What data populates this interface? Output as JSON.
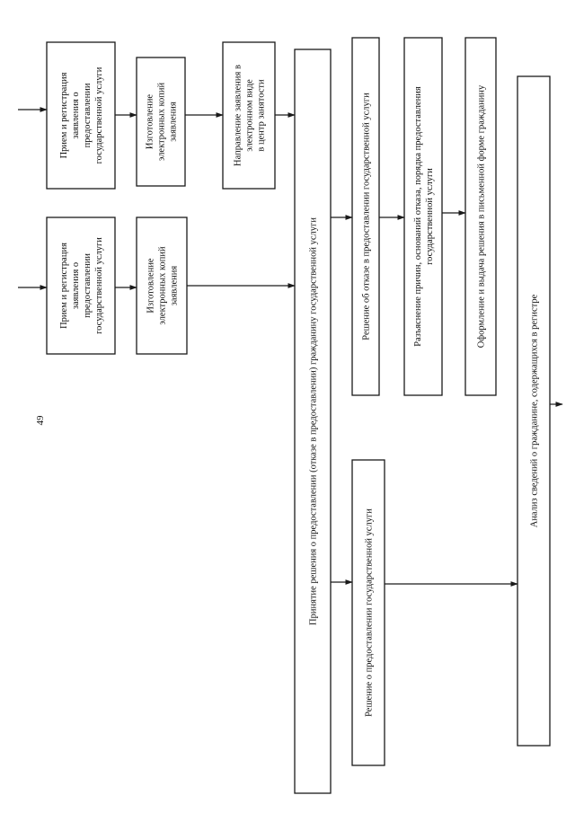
{
  "page_number": "49",
  "boxes": {
    "priem_top": [
      "Прием и регистрация",
      "заявления о",
      "предоставлении",
      "государственной услуги"
    ],
    "kopii_top": [
      "Изготовление",
      "электронных копий",
      "заявления"
    ],
    "napravlenie": [
      "Направление  заявления в",
      "электронном виде",
      "в центр занятости"
    ],
    "priem_mid": [
      "Прием и регистрация",
      "заявления о",
      "предоставлении",
      "государственной услуги"
    ],
    "kopii_mid": [
      "Изготовление",
      "электронных копий",
      "заявления"
    ],
    "prinyatie": [
      "Принятие решения о предоставлении (отказе в предоставлении) гражданину государственной услуги"
    ],
    "otkaz": [
      "Решение об отказе в предоставлении государственной услуги"
    ],
    "razyasnenie": [
      "Разъяснение причин, оснований отказа, порядка предоставления",
      "государственной услуги"
    ],
    "oformlenie": [
      "Оформление и выдача решения в письменной форме гражданину"
    ],
    "reshenie_pred": [
      "Решение о предоставлении государственной услуги"
    ],
    "analiz": [
      "Анализ сведений о гражданине, содержащихся в регистре"
    ]
  }
}
